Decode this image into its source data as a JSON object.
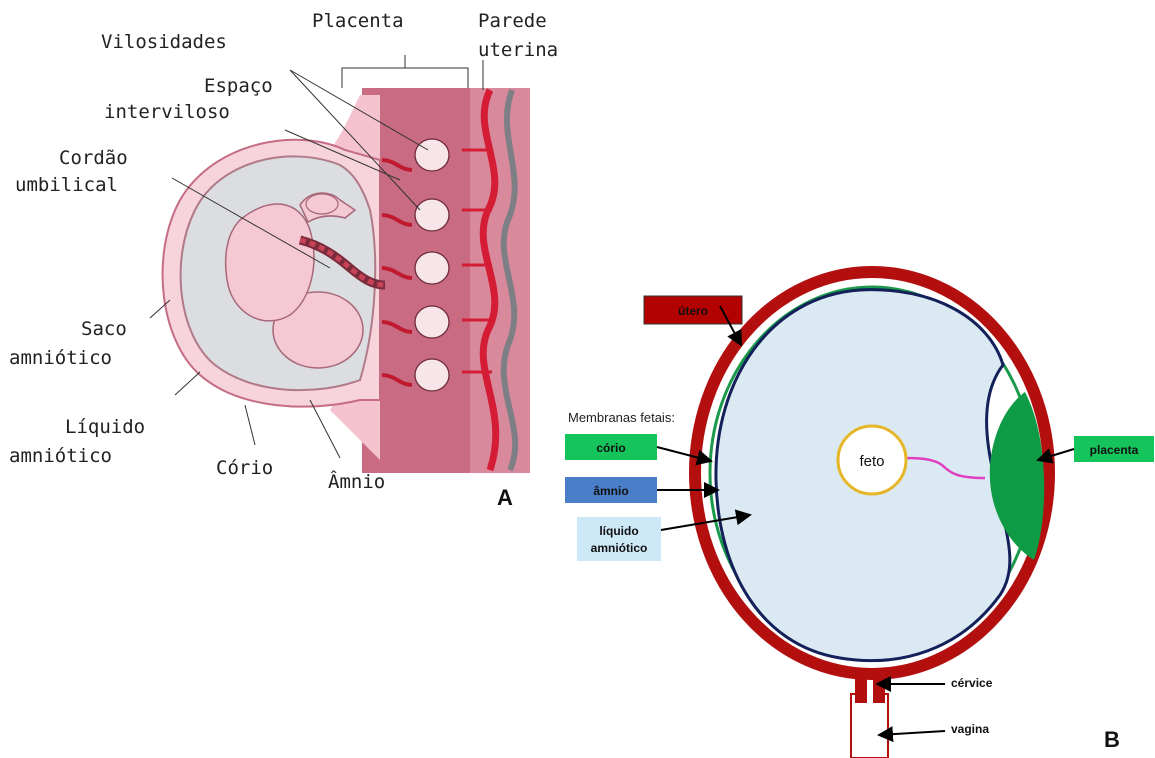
{
  "panel_a": {
    "label": "A",
    "labels": {
      "placenta": "Placenta",
      "parede_1": "Parede",
      "parede_2": "uterina",
      "vilosidades": "Vilosidades",
      "espaco_1": "Espaço",
      "espaco_2": "interviloso",
      "cordao_1": "Cordão",
      "cordao_2": "umbilical",
      "saco_1": "Saco",
      "saco_2": "amniótico",
      "liquido_1": "Líquido",
      "liquido_2": "amniótico",
      "corio": "Cório",
      "amnio": "Âmnio"
    }
  },
  "panel_b": {
    "label": "B",
    "membranas_title": "Membranas fetais:",
    "labels": {
      "utero": "útero",
      "corio": "cório",
      "amnio": "âmnio",
      "liquido_1": "líquido",
      "liquido_2": "amniótico",
      "feto": "feto",
      "placenta": "placenta",
      "cervice": "cérvice",
      "vagina": "vagina"
    }
  },
  "colors": {
    "uterus_red": "#b30f0f",
    "chorion_green": "#1a9a4a",
    "amnion_navy": "#13205a",
    "amniotic_fluid": "#dbeaf2",
    "placenta_green": "#0f9a45",
    "fetus_outline": "#e6b52a",
    "cord_magenta": "#e040c0",
    "box_utero": "#b30000",
    "box_green": "#15c45a",
    "box_blue": "#4a7ec8",
    "box_light_blue": "#cde9f8"
  }
}
